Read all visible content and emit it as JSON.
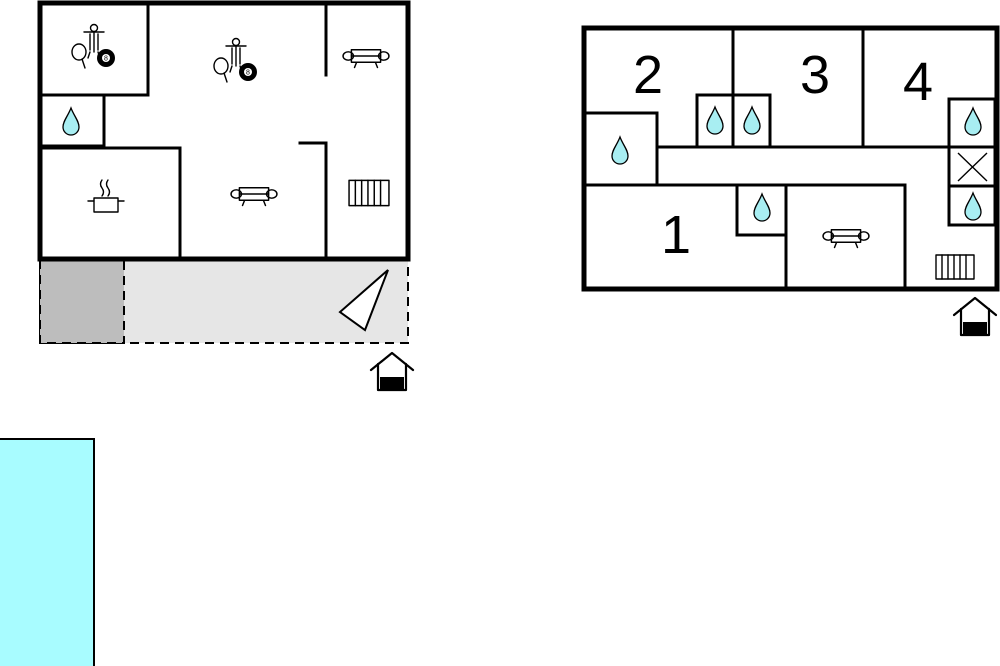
{
  "plan": {
    "title": "",
    "colors": {
      "wall": "#000000",
      "water": "#a8eef2",
      "terrace": "#e6e6e6",
      "carport": "#bdbdbd",
      "pool": "#a8fcff"
    },
    "left_building": {
      "icons": [
        "activity-icon",
        "activity-icon",
        "sofa-icon",
        "bathroom-icon",
        "kitchen-icon",
        "sofa-icon",
        "radiator-icon",
        "fireplace-icon",
        "entrance-icon"
      ]
    },
    "right_building": {
      "rooms": [
        {
          "label": "2"
        },
        {
          "label": "3"
        },
        {
          "label": "4"
        },
        {
          "label": "1"
        }
      ],
      "icons": [
        "bathroom-icon",
        "bathroom-icon",
        "bathroom-icon",
        "bathroom-icon",
        "toilet-icon",
        "bathroom-icon",
        "bathroom-icon",
        "sofa-icon",
        "radiator-icon",
        "entrance-icon"
      ]
    }
  }
}
